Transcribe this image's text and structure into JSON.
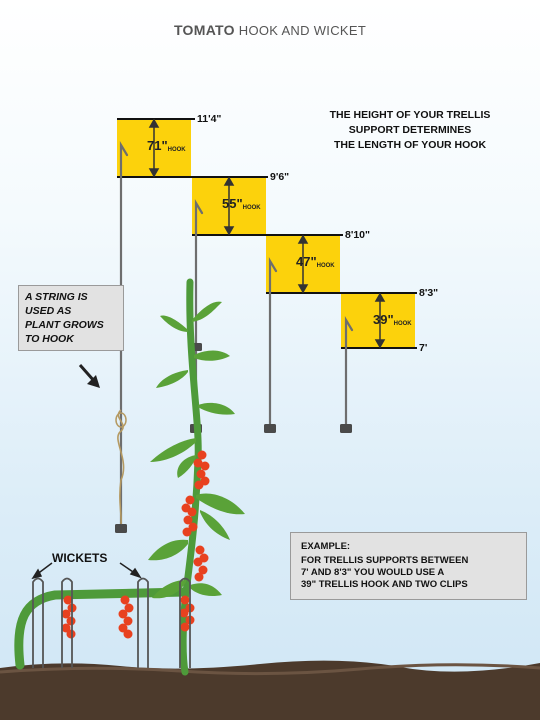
{
  "title": {
    "bold": "TOMATO",
    "rest": " HOOK AND WICKET"
  },
  "note": [
    "THE HEIGHT OF YOUR TRELLIS",
    "SUPPORT DETERMINES",
    "THE LENGTH OF YOUR HOOK"
  ],
  "heights": [
    "11'4\"",
    "9'6\"",
    "8'10\"",
    "8'3\"",
    "7'"
  ],
  "hooks": [
    {
      "length": "71\"",
      "unit": "HOOK"
    },
    {
      "length": "55\"",
      "unit": "HOOK"
    },
    {
      "length": "47\"",
      "unit": "HOOK"
    },
    {
      "length": "39\"",
      "unit": "HOOK"
    }
  ],
  "string_note": [
    "A STRING IS",
    "USED AS",
    "PLANT GROWS",
    "TO HOOK"
  ],
  "wickets_label": "WICKETS",
  "example": {
    "heading": "EXAMPLE:",
    "lines": [
      "FOR TRELLIS SUPPORTS BETWEEN",
      "7' AND 8'3\" YOU WOULD USE A",
      "39\" TRELLIS HOOK AND TWO CLIPS"
    ]
  },
  "colors": {
    "yellow": "#fcd20c",
    "rod": "#6e6e6e",
    "leaf": "#5aa238",
    "stem": "#4e9a3a",
    "tomato": "#e8411f",
    "soil": "#4c3a2c",
    "note_box": "#e2e2e2"
  }
}
